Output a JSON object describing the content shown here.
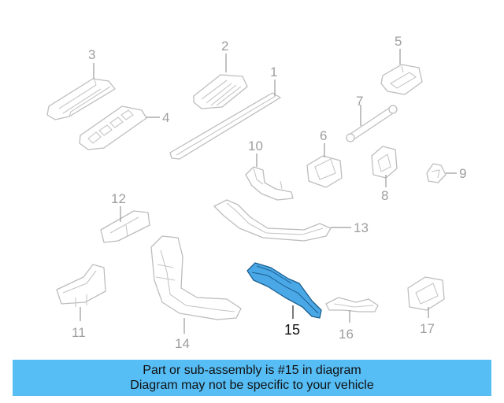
{
  "callouts": {
    "c1": "1",
    "c2": "2",
    "c3": "3",
    "c4": "4",
    "c5": "5",
    "c6": "6",
    "c7": "7",
    "c8": "8",
    "c9": "9",
    "c10": "10",
    "c11": "11",
    "c12": "12",
    "c13": "13",
    "c14": "14",
    "c15": "15",
    "c16": "16",
    "c17": "17"
  },
  "highlight": {
    "part_number": "15",
    "color": "#4aa8e6"
  },
  "banner": {
    "line1": "Part or sub-assembly is #15 in diagram",
    "line2": "Diagram may not be specific to your vehicle",
    "background": "#56bdf5"
  }
}
